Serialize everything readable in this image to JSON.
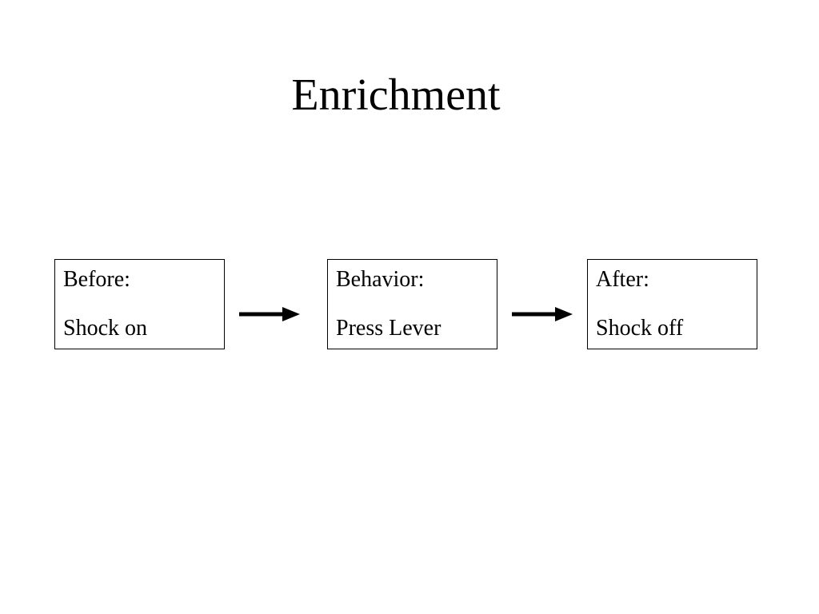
{
  "slide": {
    "title": "Enrichment"
  },
  "diagram": {
    "boxes": [
      {
        "heading": "Before:",
        "text": "Shock on"
      },
      {
        "heading": "Behavior:",
        "text": "Press Lever"
      },
      {
        "heading": "After:",
        "text": "Shock off"
      }
    ],
    "arrow_color": "#000000",
    "border_color": "#000000"
  }
}
